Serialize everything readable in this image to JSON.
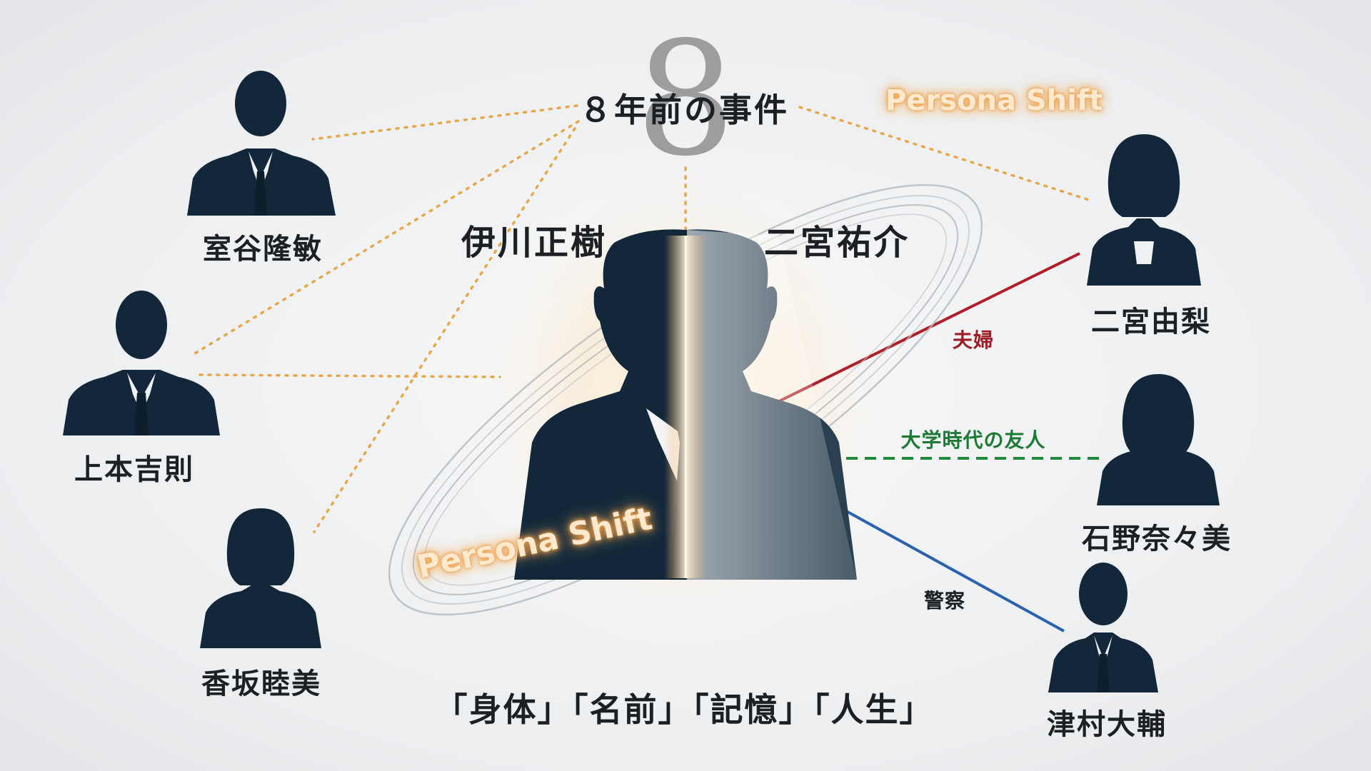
{
  "center": {
    "event_number": "8",
    "event_label": "８年前の事件",
    "left_persona": "伊川正樹",
    "right_persona": "二宮祐介",
    "persona_shift_label": "Persona Shift",
    "tagline": "「身体」「名前」「記憶」「人生」"
  },
  "people": [
    {
      "id": "muroya",
      "name": "室谷隆敏",
      "gender": "male"
    },
    {
      "id": "uemoto",
      "name": "上本吉則",
      "gender": "male"
    },
    {
      "id": "kosaka",
      "name": "香坂睦美",
      "gender": "female"
    },
    {
      "id": "ninomiya_yuri",
      "name": "二宮由梨",
      "gender": "female"
    },
    {
      "id": "ishino",
      "name": "石野奈々美",
      "gender": "female"
    },
    {
      "id": "tsumura",
      "name": "津村大輔",
      "gender": "male"
    }
  ],
  "relations": [
    {
      "to": "ninomiya_yuri",
      "label": "夫婦",
      "color": "#b01e28",
      "style": "solid"
    },
    {
      "to": "ishino",
      "label": "大学時代の友人",
      "color": "#1f8a3a",
      "style": "dashed"
    },
    {
      "to": "tsumura",
      "label": "警察",
      "color": "#2a62b0",
      "style": "solid"
    }
  ],
  "colors": {
    "silhouette": "#12283a",
    "dotted_link": "#e8a748",
    "glow": "#f3b262",
    "event_number": "#9a9a9a"
  }
}
